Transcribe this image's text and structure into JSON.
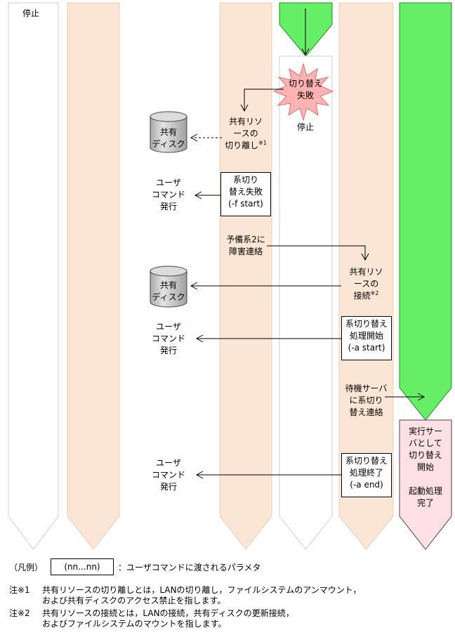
{
  "status": {
    "stop_top": "停止",
    "stop_mid": "停止",
    "failover_failed": "切り替え\n失敗"
  },
  "steps": {
    "detach_text": "共有リソ\nースの\n切り離し",
    "detach_note": "※1",
    "fail_box": "系切り\n替え失敗\n(-f start)",
    "notify_standby2": "予備系2に\n障害連絡",
    "connect_text": "共有リソ\nースの\n接続",
    "connect_note": "※2",
    "start_box": "系切り替え\n処理開始\n(-a start)",
    "notify_wait": "待機サーバ\nに系切り\n替え連絡",
    "end_box": "系切り替え\n処理終了\n(-a end)",
    "active_box": "実行サー\nバとして\n切り替え\n開始\n\n起動処理\n完了"
  },
  "resources": {
    "disk_label": "共有\nディスク",
    "user_command": "ユーザ\nコマンド\n発行"
  },
  "legend": {
    "label": "（凡例）",
    "sample": "(nn...nn)",
    "desc": "：ユーザコマンドに渡されるパラメタ"
  },
  "notes": [
    {
      "mark": "注※1",
      "text": "共有リソースの切り離しとは，LANの切り離し，ファイルシステムのアンマウント，\nおよび共有ディスクのアクセス禁止を指します。"
    },
    {
      "mark": "注※2",
      "text": "共有リソースの接続とは，LANの接続，共有ディスクの更新接続，\nおよびファイルシステムのマウントを指します。"
    }
  ],
  "colors": {
    "lane_peach": "#fbe6d6",
    "lane_green": "#66ee66",
    "starburst": "#ffb3b3",
    "active_box": "#ffe0e6",
    "disk": "#c8c8c8"
  }
}
